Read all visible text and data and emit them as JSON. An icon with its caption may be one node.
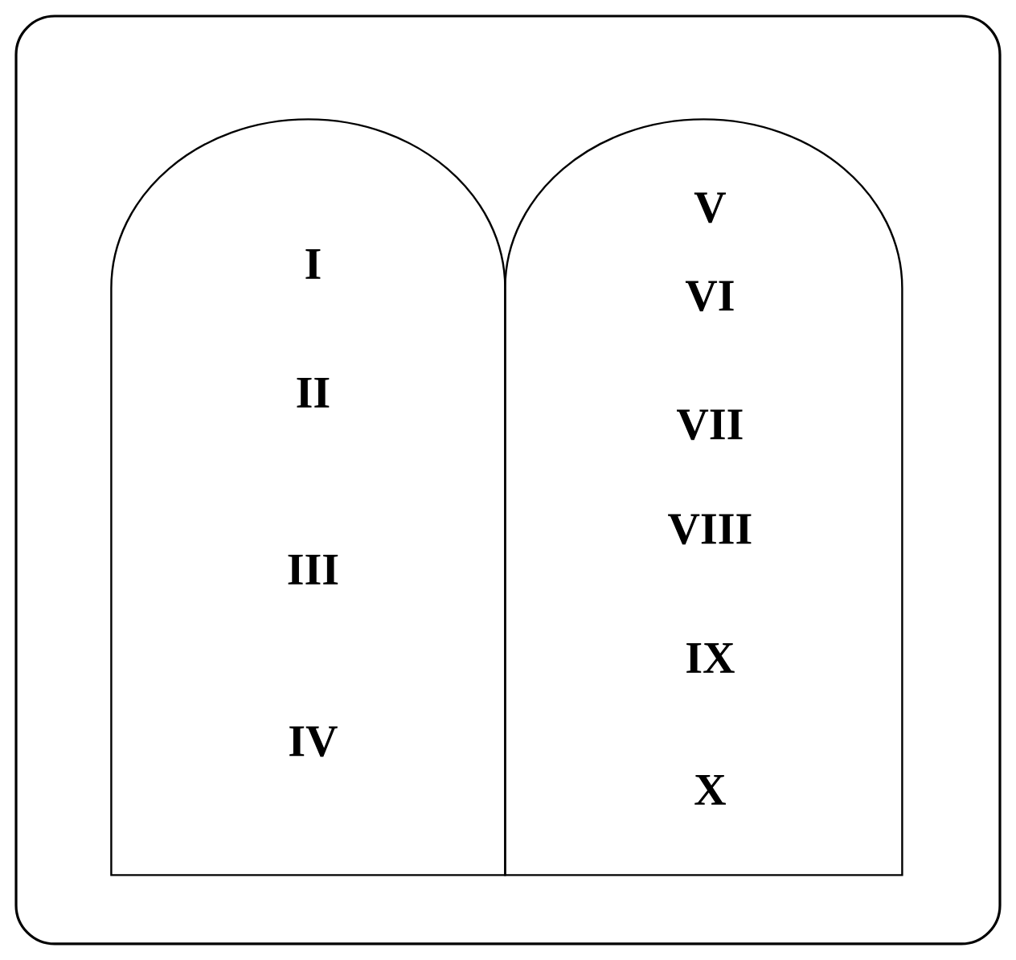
{
  "diagram": {
    "nodes": [
      {
        "text": [],
        "shape": "box"
      },
      {
        "text": [
          "I",
          "II",
          "III",
          "IV"
        ],
        "in": 0
      },
      {
        "text": [
          "V",
          "VI",
          "VII",
          "VIII",
          "IX",
          "X"
        ],
        "in": 0
      }
    ]
  }
}
